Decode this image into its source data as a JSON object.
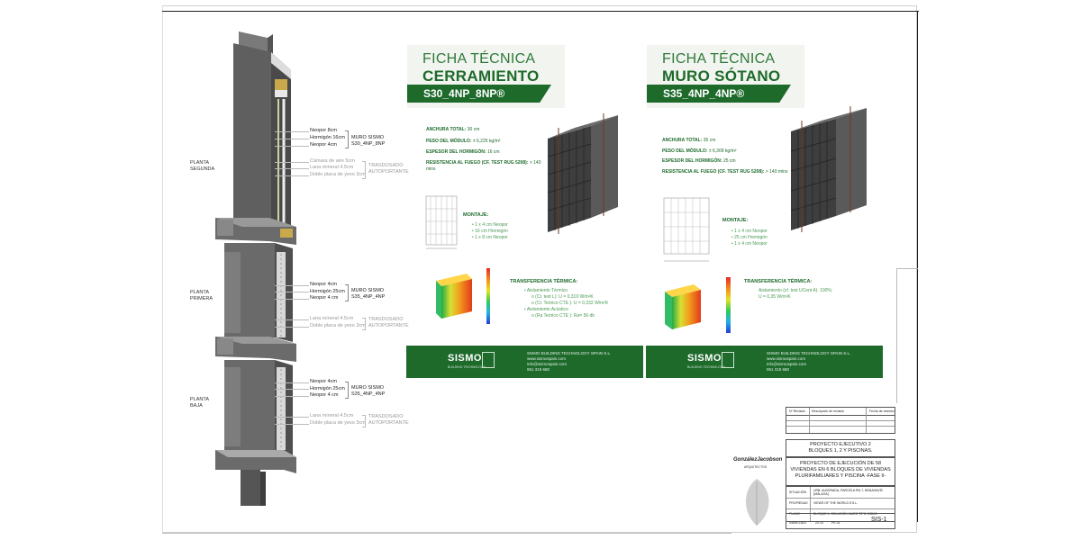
{
  "wall_labels": {
    "segunda": {
      "floor": "PLANTA\nSEGUNDA",
      "layers": [
        "Neopor 8cm",
        "Hormigón 16cm",
        "Neopor 4cm"
      ],
      "muro": "MURO SISMO\nS30_4NP_8NP",
      "lining": [
        "Cámara de aire 5cm",
        "Lana mineral 4.5cm",
        "Doble placa de yeso 3cm"
      ],
      "trasdosado": "TRASDOSADO\nAUTOPORTANTE"
    },
    "primera": {
      "floor": "PLANTA\nPRIMERA",
      "layers": [
        "Neopor 4cm",
        "Hormigón 25cm",
        "Neopor 4 cm"
      ],
      "muro": "MURO SISMO\nS35_4NP_4NP",
      "lining": [
        "Lana mineral 4.5cm",
        "Doble placa de yeso 3cm"
      ],
      "trasdosado": "TRASDOSADO\nAUTOPORTANTE"
    },
    "baja": {
      "floor": "PLANTA\nBAJA",
      "layers": [
        "Neopor 4cm",
        "Hormigón 25cm",
        "Neopor 4 cm"
      ],
      "muro": "MURO SISMO\nS35_4NP_4NP",
      "lining": [
        "Lana mineral 4.5cm",
        "Doble placa de yeso 3cm"
      ],
      "trasdosado": "TRASDOSADO\nAUTOPORTANTE"
    }
  },
  "card1": {
    "sub": "FICHA TÉCNICA",
    "main": "CERRAMIENTO",
    "code": "S30_4NP_8NP®",
    "specs": [
      {
        "k": "ANCHURA TOTAL:",
        "v": " 30 cm"
      },
      {
        "k": "PESO DEL MÓDULO:",
        "v": " ± 6,225 kg/m²"
      },
      {
        "k": "ESPESOR DEL HORMIGÓN:",
        "v": " 16 cm"
      },
      {
        "k": "RESISTENCIA AL FUEGO (CF. TEST RUG 5208):",
        "v": " > 140\nmins"
      }
    ],
    "montaje_h": "MONTAJE:",
    "montaje": [
      "1 x 4 cm Neopor",
      "16 cm Hormigón",
      "1 x 8 cm Neopor"
    ],
    "trans_h": "TRANSFERENCIA TÉRMICA:",
    "trans": [
      "•  Aislamiento Térmico",
      "o   (Ct. test L): U = 0,319 W/m²K",
      "o   (Ct. Teórico CTE ): U = 0,232 W/m²K",
      "•  Aislamiento Acústico",
      "o   (Ra Teórico CTE ): Ra= 56 db"
    ]
  },
  "card2": {
    "sub": "FICHA TÉCNICA",
    "main": "MURO SÓTANO",
    "code": "S35_4NP_4NP®",
    "specs": [
      {
        "k": "ANCHURA TOTAL:",
        "v": " 35 cm"
      },
      {
        "k": "PESO DEL MÓDULO:",
        "v": " ± 6,309 kg/m²"
      },
      {
        "k": "ESPESOR DEL HORMIGÓN:",
        "v": " 25 cm"
      },
      {
        "k": "RESISTENCIA AL FUEGO (CF. TEST RUG 5208):",
        "v": " > 140  mins"
      }
    ],
    "montaje_h": "MONTAJE:",
    "montaje": [
      "1 x 4 cm Neopor",
      "25 cm Hormigón",
      "1 x 4 cm Neopor"
    ],
    "trans_h": "TRANSFERENCIA TÉRMICA:",
    "trans": [
      "Aislamiento (cf. test UCent A): 100%:",
      "U = 0,35 W/m²K"
    ]
  },
  "footer": {
    "logo": "SISMO",
    "logo_sub": "BUILDING TECHNOLOGY",
    "lines": [
      "SISMO BUILDING TECHNOLOGY SPAIN S.L.",
      "www.sismospain.com",
      "info@sismospain.com",
      "951 319 680"
    ]
  },
  "title_block": {
    "rev_headers": [
      "Nº Revisión",
      "Descripción de revisión",
      "Fecha de revisión"
    ],
    "proyecto": "PROYECTO EJECUTIVO 2\nBLOQUES 1, 2 Y PISCINAS.",
    "titulo": "PROYECTO DE EJECUCIÓN DE 58\nVIVIENDAS EN 6 BLOQUES DE VIVIENDAS\nPLURIFAMILIARES Y PISCINA -FASE II-",
    "rows": [
      {
        "k": "SITUACIÓN",
        "v": "URB. ALBORADA, PARCELA RN-7, BENAHAVÍS (MÁLAGA)"
      },
      {
        "k": "PROPIEDAD",
        "v": "VIEWS OF THE WORLD 8 S.L."
      },
      {
        "k": "PLANO",
        "v": "BLOQUE 1. SOLUCIÓN MURO TIPO SISMO"
      }
    ],
    "small": [
      "04690-1803",
      "22-10",
      "PE-01"
    ],
    "sheet": "SIS-1",
    "firm": "GonzálezJacobson",
    "firm_sub": "ARQUITECTOS"
  }
}
